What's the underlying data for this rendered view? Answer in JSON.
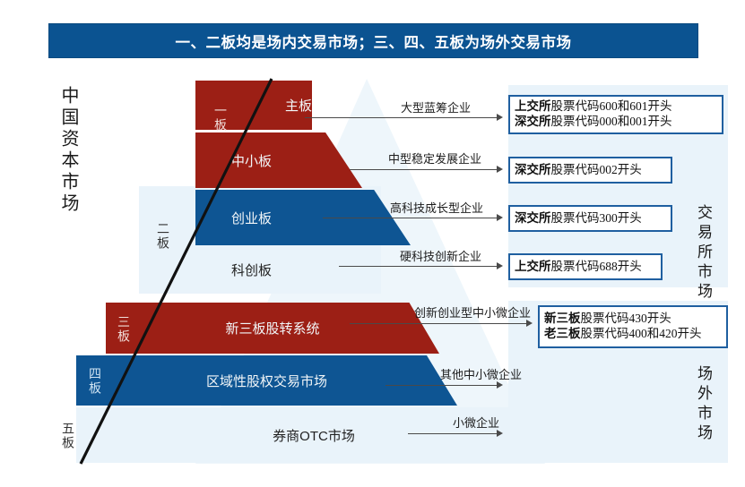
{
  "title": "一、二板均是场内交易市场；三、四、五板为场外交易市场",
  "side_labels": {
    "left": "中国资本市场",
    "right_exchange": "交易所市场",
    "right_otc": "场外市场"
  },
  "tier_tags": {
    "first": "一板",
    "second": "二板",
    "third": "三板",
    "fourth": "四板",
    "fifth": "五板"
  },
  "tiers": [
    {
      "name": "主板"
    },
    {
      "name": "中小板"
    },
    {
      "name": "创业板"
    },
    {
      "name": "科创板"
    },
    {
      "name": "新三板股转系统"
    },
    {
      "name": "区域性股权交易市场"
    },
    {
      "name": "券商OTC市场"
    }
  ],
  "arrow_labels": [
    "大型蓝筹企业",
    "中型稳定发展企业",
    "高科技成长型企业",
    "硬科技创新企业",
    "创新创业型中小微企业",
    "其他中小微企业",
    "小微企业"
  ],
  "code_boxes": {
    "main": {
      "line1_bold": "上交所",
      "line1_rest": "股票代码600和601开头",
      "line2_bold": "深交所",
      "line2_rest": "股票代码000和001开头"
    },
    "sme": {
      "line1_bold": "深交所",
      "line1_rest": "股票代码002开头"
    },
    "gem": {
      "line1_bold": "深交所",
      "line1_rest": "股票代码300开头"
    },
    "star": {
      "line1_bold": "上交所",
      "line1_rest": "股票代码688开头"
    },
    "neeq": {
      "line1_bold": "新三板",
      "line1_rest": "股票代码430开头",
      "line2_bold": "老三板",
      "line2_rest": "股票代码400和420开头"
    }
  },
  "colors": {
    "title_bar": "#0b5391",
    "red_tier": "#9c1f15",
    "blue_tier": "#0e5593",
    "light_panel": "#e9f3fa",
    "box_border": "#1f5fa0"
  }
}
